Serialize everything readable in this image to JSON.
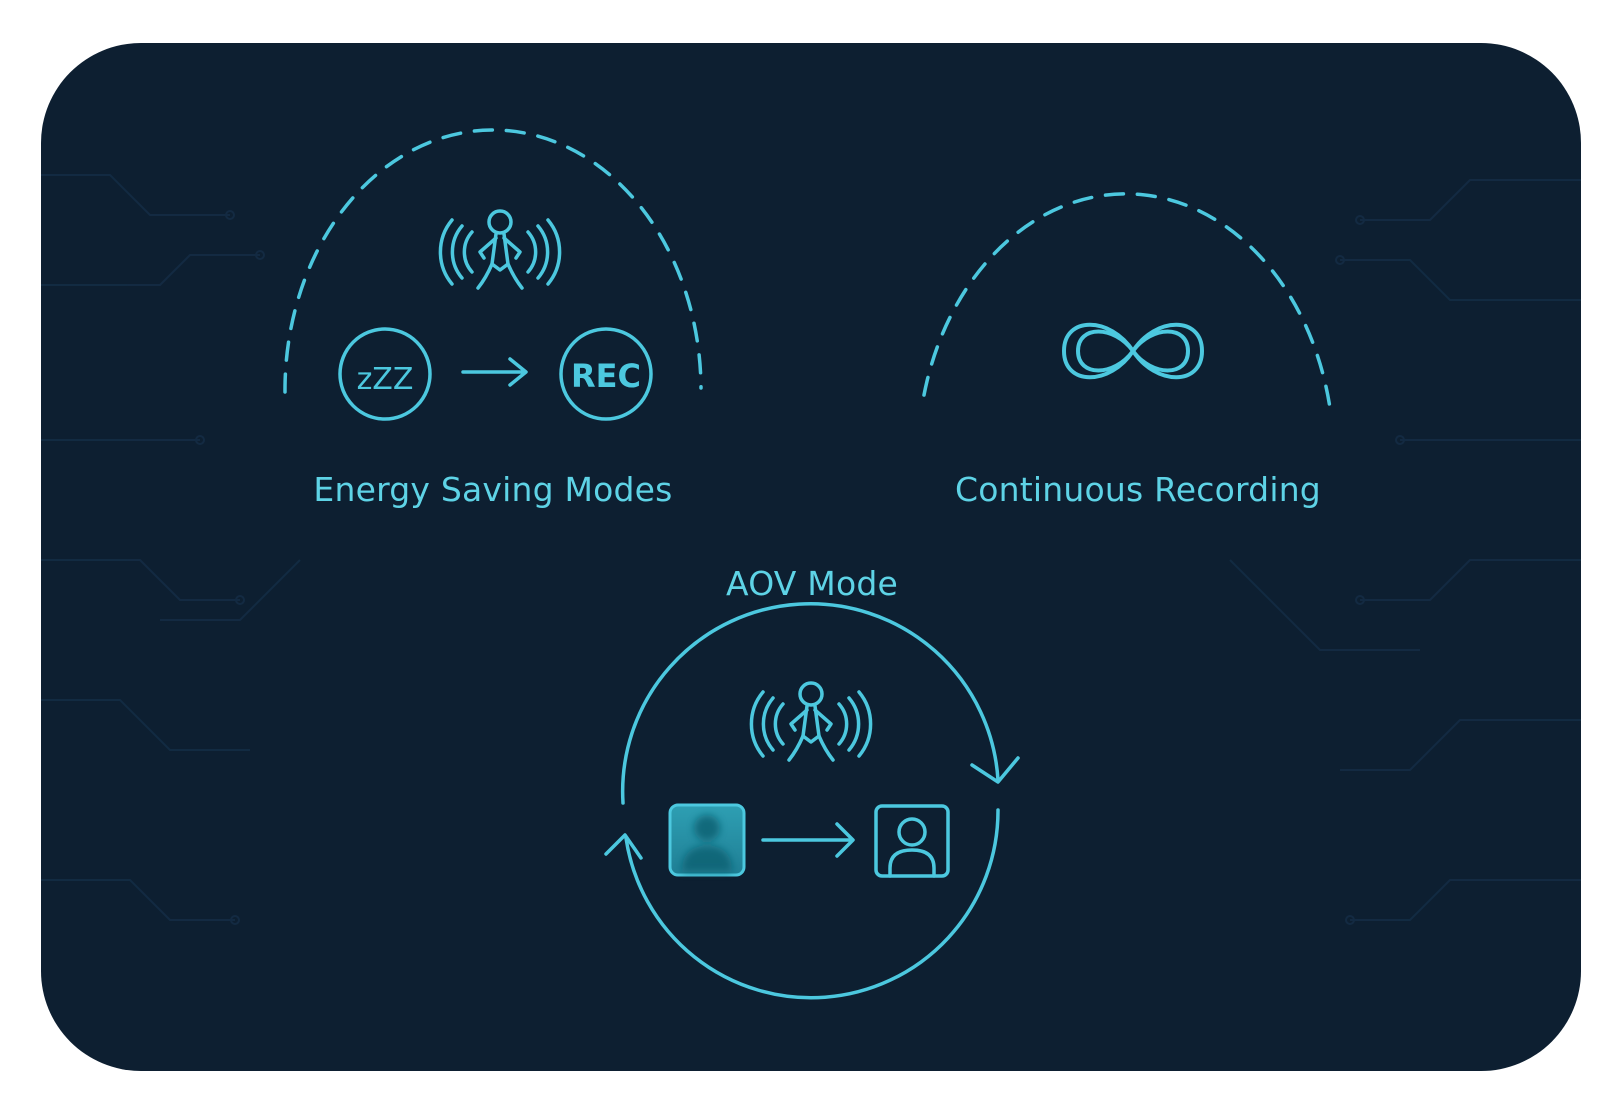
{
  "accent_color": "#4cc8df",
  "background_color": "#0d1f31",
  "energy_saving": {
    "label": "Energy Saving Modes",
    "sleep_text": "zZZ",
    "rec_text": "REC"
  },
  "continuous_recording": {
    "label": "Continuous Recording",
    "icon": "infinity-icon"
  },
  "aov_mode": {
    "label": "AOV Mode",
    "from_icon": "blurred-person-frame-icon",
    "to_icon": "clear-person-frame-icon"
  },
  "icons": [
    "motion-person-icon",
    "sleep-icon",
    "rec-icon",
    "arrow-right-icon",
    "infinity-icon",
    "cycle-arrows-icon"
  ]
}
